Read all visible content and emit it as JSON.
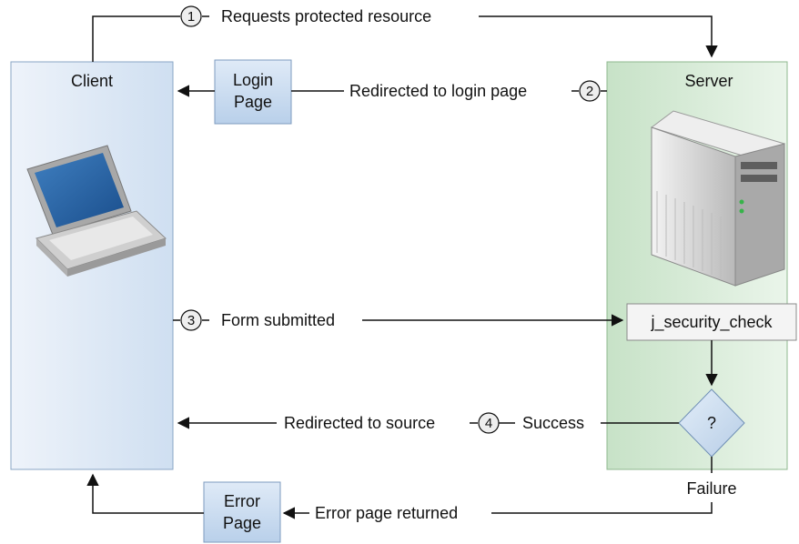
{
  "client": {
    "title": "Client"
  },
  "server": {
    "title": "Server"
  },
  "pages": {
    "login_line1": "Login",
    "login_line2": "Page",
    "error_line1": "Error",
    "error_line2": "Page"
  },
  "servlet": {
    "label": "j_security_check"
  },
  "decision": {
    "label": "?"
  },
  "steps": [
    {
      "number": "1",
      "label": "Requests protected resource"
    },
    {
      "number": "2",
      "label": "Redirected to login page"
    },
    {
      "number": "3",
      "label": "Form submitted"
    },
    {
      "number": "4",
      "label": "Redirected to source"
    }
  ],
  "outcomes": {
    "success": "Success",
    "failure": "Failure",
    "error_returned": "Error page returned"
  },
  "colors": {
    "client_panel": "#dce7f4",
    "server_panel": "#d6ebd6",
    "page_box": "#c9dcf0",
    "servlet_box": "#f2f2f2"
  }
}
